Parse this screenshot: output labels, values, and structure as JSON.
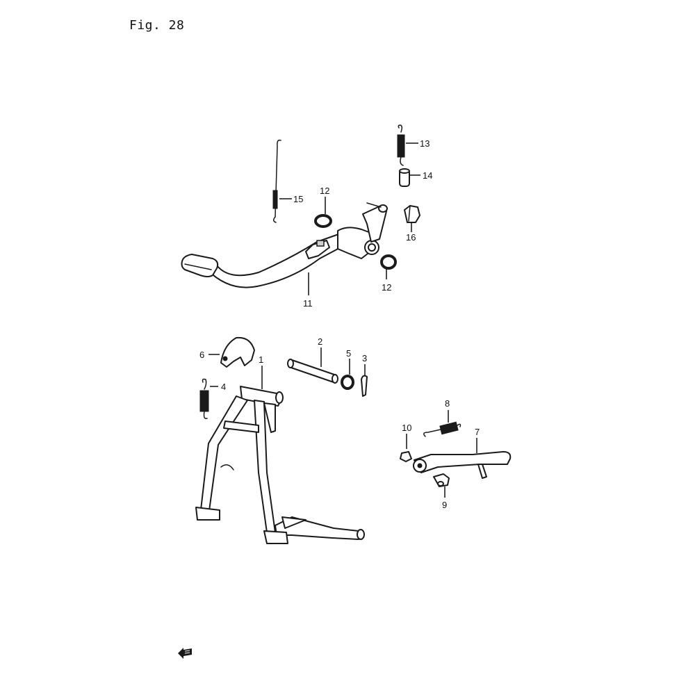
{
  "figure": {
    "title": "Fig. 28"
  },
  "callouts": {
    "c1": "1",
    "c2": "2",
    "c3": "3",
    "c4": "4",
    "c5": "5",
    "c6": "6",
    "c7": "7",
    "c8": "8",
    "c9": "9",
    "c10": "10",
    "c11": "11",
    "c12a": "12",
    "c12b": "12",
    "c13": "13",
    "c14": "14",
    "c15": "15",
    "c16": "16"
  },
  "icons": {
    "front_arrow": "front-arrow-icon"
  }
}
